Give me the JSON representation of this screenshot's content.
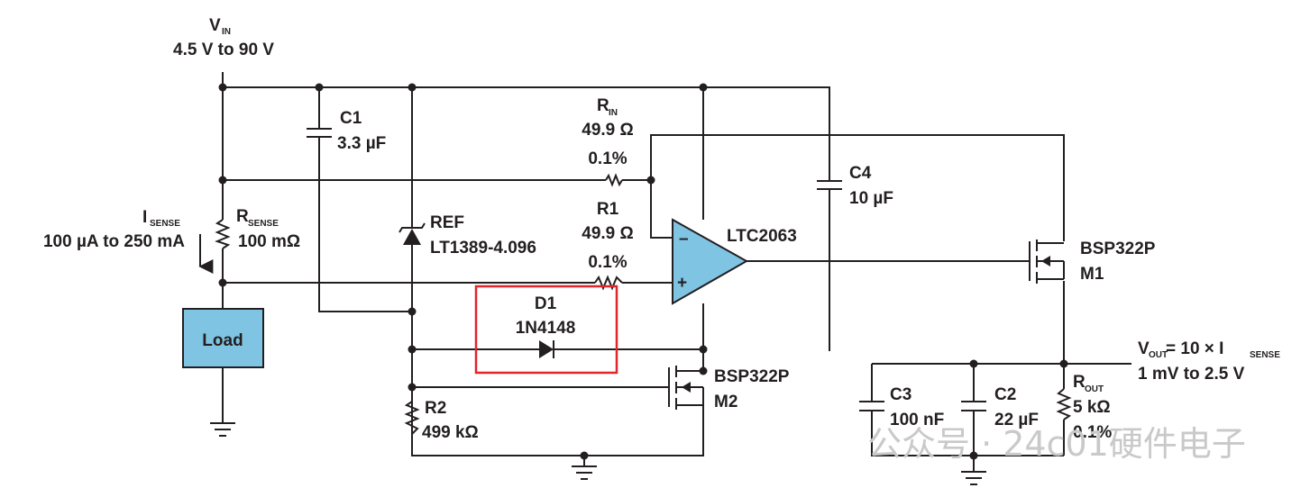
{
  "supply": {
    "name": "V",
    "sub": "IN",
    "range": "4.5 V to 90 V"
  },
  "sense_current": {
    "name": "I",
    "sub": "SENSE",
    "range": "100 µA to 250 mA"
  },
  "components": {
    "c1": {
      "ref": "C1",
      "value": "3.3 µF"
    },
    "rsense": {
      "ref": "R",
      "sub": "SENSE",
      "value": "100 mΩ"
    },
    "load": {
      "label": "Load",
      "fill_color": "#7fc4e3"
    },
    "ref": {
      "ref": "REF",
      "part": "LT1389-4.096"
    },
    "rin": {
      "ref": "R",
      "sub": "IN",
      "value": "49.9 Ω",
      "tol": "0.1%"
    },
    "r1": {
      "ref": "R1",
      "value": "49.9 Ω",
      "tol": "0.1%"
    },
    "d1": {
      "ref": "D1",
      "part": "1N4148"
    },
    "r2": {
      "ref": "R2",
      "value": "499 kΩ"
    },
    "opamp": {
      "part": "LTC2063",
      "minus": "–",
      "plus": "+",
      "fill_color": "#7fc4e3"
    },
    "c4": {
      "ref": "C4",
      "value": "10 µF"
    },
    "m1": {
      "part": "BSP322P",
      "ref": "M1"
    },
    "m2": {
      "part": "BSP322P",
      "ref": "M2"
    },
    "c3": {
      "ref": "C3",
      "value": "100 nF"
    },
    "c2": {
      "ref": "C2",
      "value": "22 µF"
    },
    "rout": {
      "ref": "R",
      "sub": "OUT",
      "value": "5 kΩ",
      "tol": "0.1%"
    }
  },
  "output": {
    "name": "V",
    "sub": "OUT",
    "eq": " = 10 × I",
    "eq_sub": "SENSE",
    "range": "1 mV to 2.5 V"
  },
  "highlight_color": "#e0262b",
  "watermark": "公众号 · 24c01硬件电子"
}
